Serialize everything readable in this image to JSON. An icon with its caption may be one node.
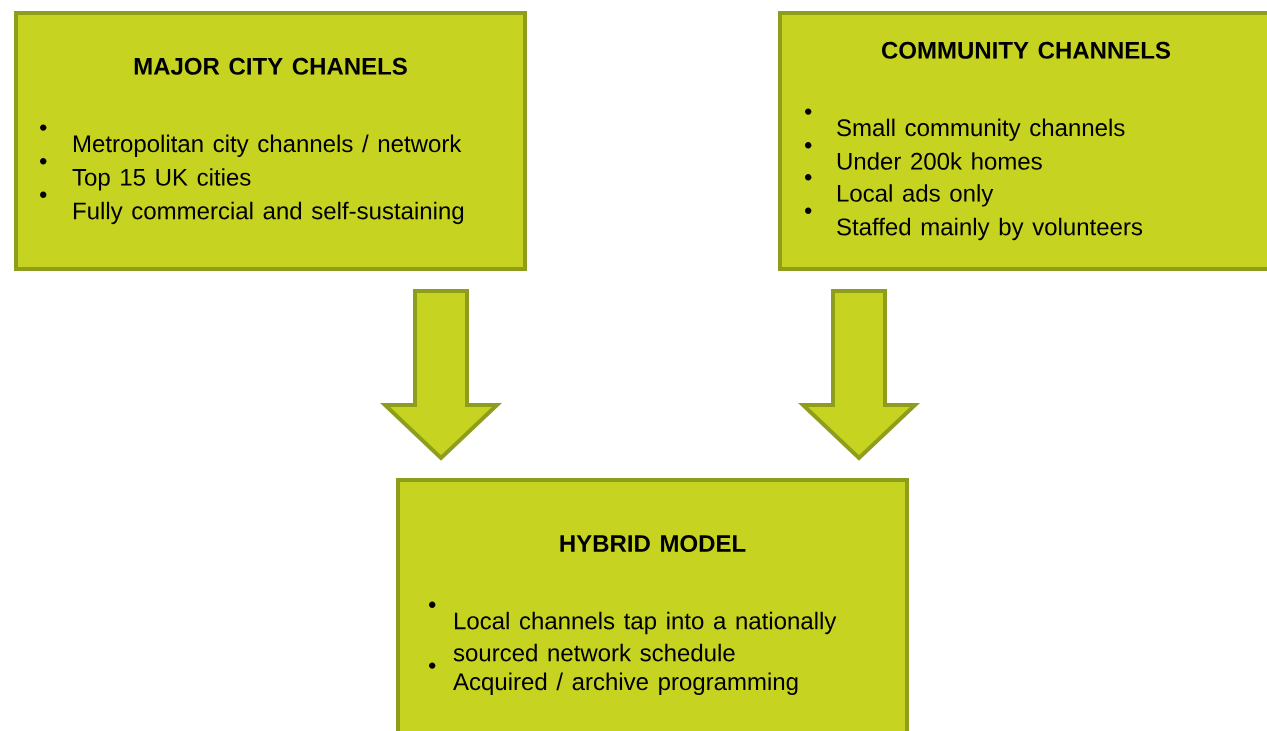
{
  "diagram": {
    "nodes": [
      {
        "text": [
          "MAJOR CITY CHANELS",
          "Metropolitan city channels / network",
          "Top 15 UK cities",
          "Fully commercial and self-sustaining"
        ]
      },
      {
        "text": [
          "COMMUNITY CHANNELS",
          "Small community channels",
          "Under 200k homes",
          "Local ads only",
          "Staffed mainly by volunteers"
        ]
      },
      {
        "text": [
          "HYBRID MODEL",
          "Local channels tap into a nationally sourced network schedule",
          "Acquired / archive programming"
        ]
      }
    ],
    "edges": [
      {
        "from": 0,
        "to": 2,
        "arrow": "to"
      },
      {
        "from": 1,
        "to": 2,
        "arrow": "to"
      }
    ]
  }
}
